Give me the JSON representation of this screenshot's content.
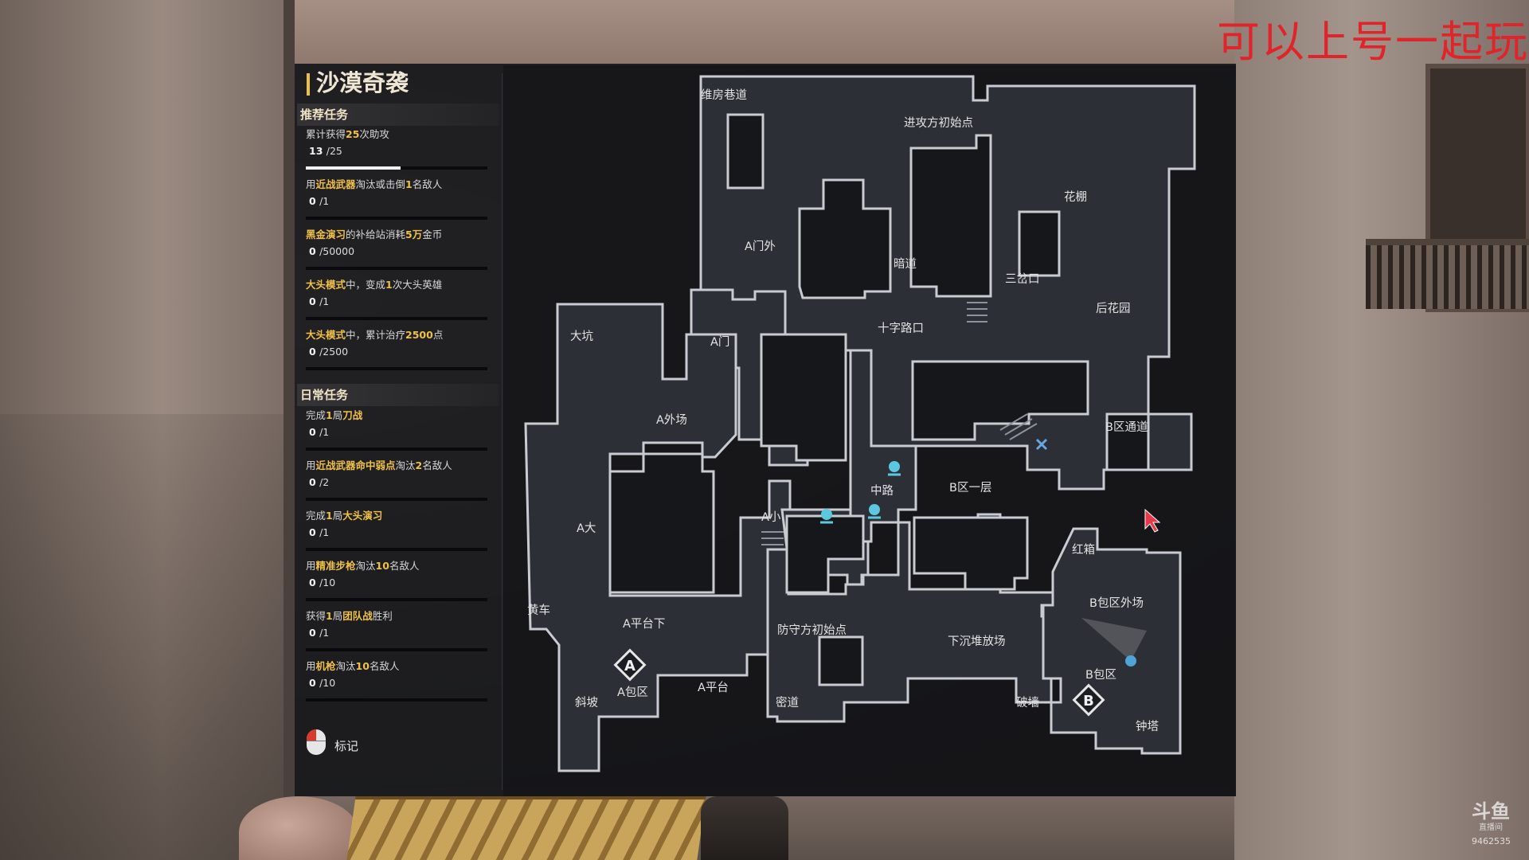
{
  "overlay_text": "可以上号一起玩",
  "watermark": {
    "logo": "斗鱼",
    "sub": "直播间",
    "room_id": "9462535"
  },
  "map_panel": {
    "title": "沙漠奇袭",
    "recommended_header": "推荐任务",
    "daily_header": "日常任务",
    "recommended_tasks": [
      {
        "parts": [
          [
            "累计获得",
            false
          ],
          [
            "25",
            true
          ],
          [
            "次助攻",
            false
          ]
        ],
        "current": "13",
        "total": "/25",
        "progress": 0.52
      },
      {
        "parts": [
          [
            "用",
            false
          ],
          [
            "近战武器",
            true
          ],
          [
            "淘汰或击倒",
            false
          ],
          [
            "1",
            true
          ],
          [
            "名敌人",
            false
          ]
        ],
        "current": "0",
        "total": "/1",
        "progress": 0
      },
      {
        "parts": [
          [
            "黑金演习",
            true
          ],
          [
            "的补给站消耗",
            false
          ],
          [
            "5万",
            true
          ],
          [
            "金币",
            false
          ]
        ],
        "current": "0",
        "total": "/50000",
        "progress": 0
      },
      {
        "parts": [
          [
            "大头模式",
            true
          ],
          [
            "中，变成",
            false
          ],
          [
            "1",
            true
          ],
          [
            "次大头英雄",
            false
          ]
        ],
        "current": "0",
        "total": "/1",
        "progress": 0
      },
      {
        "parts": [
          [
            "大头模式",
            true
          ],
          [
            "中，累计治疗",
            false
          ],
          [
            "2500",
            true
          ],
          [
            "点",
            false
          ]
        ],
        "current": "0",
        "total": "/2500",
        "progress": 0
      }
    ],
    "daily_tasks": [
      {
        "parts": [
          [
            "完成",
            false
          ],
          [
            "1",
            true
          ],
          [
            "局",
            false
          ],
          [
            "刀战",
            true
          ]
        ],
        "current": "0",
        "total": "/1",
        "progress": 0
      },
      {
        "parts": [
          [
            "用",
            false
          ],
          [
            "近战武器命中弱点",
            true
          ],
          [
            "淘汰",
            false
          ],
          [
            "2",
            true
          ],
          [
            "名敌人",
            false
          ]
        ],
        "current": "0",
        "total": "/2",
        "progress": 0
      },
      {
        "parts": [
          [
            "完成",
            false
          ],
          [
            "1",
            true
          ],
          [
            "局",
            false
          ],
          [
            "大头演习",
            true
          ]
        ],
        "current": "0",
        "total": "/1",
        "progress": 0
      },
      {
        "parts": [
          [
            "用",
            false
          ],
          [
            "精准步枪",
            true
          ],
          [
            "淘汰",
            false
          ],
          [
            "10",
            true
          ],
          [
            "名敌人",
            false
          ]
        ],
        "current": "0",
        "total": "/10",
        "progress": 0
      },
      {
        "parts": [
          [
            "获得",
            false
          ],
          [
            "1",
            true
          ],
          [
            "局",
            false
          ],
          [
            "团队战",
            true
          ],
          [
            "胜利",
            false
          ]
        ],
        "current": "0",
        "total": "/1",
        "progress": 0
      },
      {
        "parts": [
          [
            "用",
            false
          ],
          [
            "机枪",
            true
          ],
          [
            "淘汰",
            false
          ],
          [
            "10",
            true
          ],
          [
            "名敌人",
            false
          ]
        ],
        "current": "0",
        "total": "/10",
        "progress": 0
      }
    ],
    "legend": {
      "icon": "mouse-icon",
      "label": "标记"
    },
    "map_labels": {
      "ct_spawn_top": "进攻方初始点",
      "alley": "维房巷道",
      "a_door_out": "A门外",
      "dark_path": "暗道",
      "pergola": "花棚",
      "three_way": "三岔口",
      "back_garden": "后花园",
      "crossroad": "十字路口",
      "pit": "大坑",
      "a_door": "A门",
      "a_outside": "A外场",
      "b_tunnel": "B区通道",
      "mid": "中路",
      "b_first_floor": "B区一层",
      "a_small": "A小",
      "a_big": "A大",
      "red_box": "红箱",
      "b_outside": "B包区外场",
      "car": "黄车",
      "a_under": "A平台下",
      "def_spawn": "防守方初始点",
      "sunken_yard": "下沉堆放场",
      "b_site": "B包区",
      "slope": "斜坡",
      "a_site": "A包区",
      "a_platform": "A平台",
      "secret_path": "密道",
      "broken_wall": "破墙",
      "bell_tower": "钟塔",
      "site_a_marker": "A",
      "site_b_marker": "B"
    },
    "colors": {
      "accent": "#efc04a",
      "map_floor": "#2c2f36",
      "map_wall": "#c8ccd2",
      "player_marker": "#5bc8e0",
      "ping_marker": "#4fa3d6",
      "cursor": "#e8394a"
    }
  }
}
